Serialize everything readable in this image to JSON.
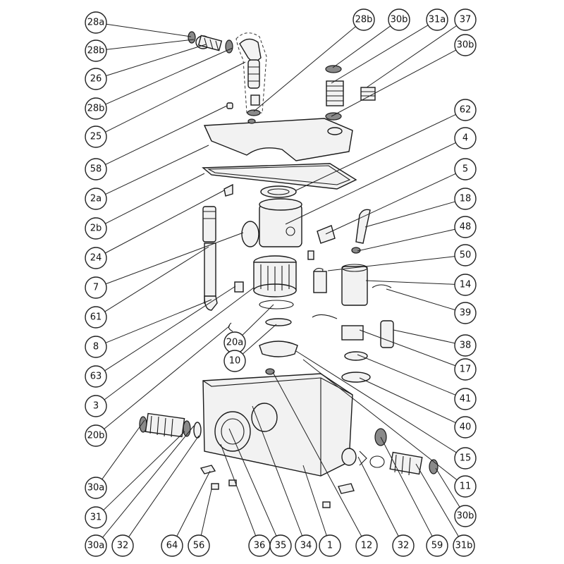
{
  "callouts": [
    {
      "label": "28a"
    },
    {
      "label": "28b"
    },
    {
      "label": "26"
    },
    {
      "label": "28b"
    },
    {
      "label": "25"
    },
    {
      "label": "58"
    },
    {
      "label": "2a"
    },
    {
      "label": "2b"
    },
    {
      "label": "24"
    },
    {
      "label": "7"
    },
    {
      "label": "61"
    },
    {
      "label": "8"
    },
    {
      "label": "63"
    },
    {
      "label": "3"
    },
    {
      "label": "20b"
    },
    {
      "label": "20a"
    },
    {
      "label": "10"
    },
    {
      "label": "28b"
    },
    {
      "label": "30b"
    },
    {
      "label": "31a"
    },
    {
      "label": "37"
    },
    {
      "label": "30b"
    },
    {
      "label": "62"
    },
    {
      "label": "4"
    },
    {
      "label": "5"
    },
    {
      "label": "18"
    },
    {
      "label": "48"
    },
    {
      "label": "50"
    },
    {
      "label": "14"
    },
    {
      "label": "39"
    },
    {
      "label": "38"
    },
    {
      "label": "17"
    },
    {
      "label": "41"
    },
    {
      "label": "40"
    },
    {
      "label": "15"
    },
    {
      "label": "11"
    },
    {
      "label": "30b"
    },
    {
      "label": "30a"
    },
    {
      "label": "31"
    },
    {
      "label": "30a"
    },
    {
      "label": "32"
    },
    {
      "label": "64"
    },
    {
      "label": "56"
    },
    {
      "label": "36"
    },
    {
      "label": "35"
    },
    {
      "label": "34"
    },
    {
      "label": "1"
    },
    {
      "label": "12"
    },
    {
      "label": "32"
    },
    {
      "label": "59"
    },
    {
      "label": "31b"
    }
  ]
}
